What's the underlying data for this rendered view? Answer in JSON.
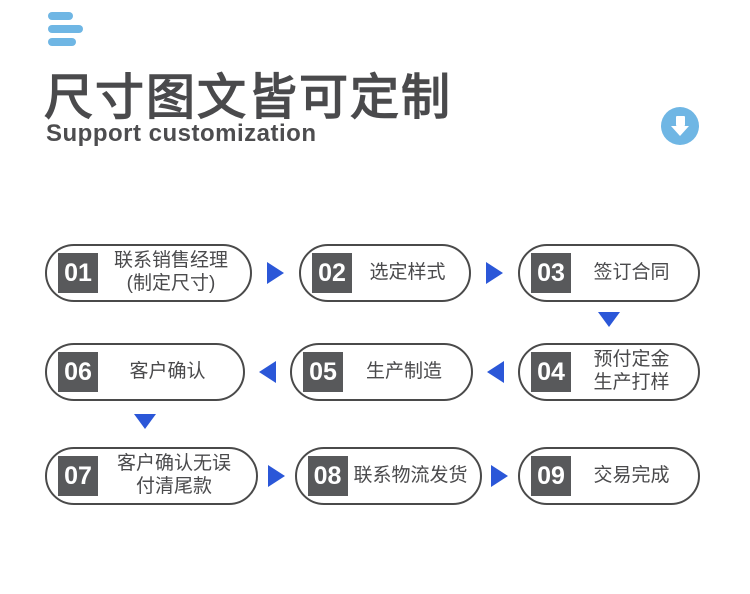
{
  "header": {
    "title": "尺寸图文皆可定制",
    "subtitle": "Support customization"
  },
  "icons": {
    "menu_lines": "three-blue-bars",
    "scroll_down": "white-down-arrow-in-blue-circle",
    "flow_arrows": "solid-blue-triangles"
  },
  "colors": {
    "accent_light_blue": "#6FB6E4",
    "arrow_blue": "#2B57D8",
    "text_dark_gray": "#4A4A4C",
    "step_number_bg": "#58595B"
  },
  "flow": {
    "steps": [
      {
        "num": "01",
        "label": "联系销售经理\n(制定尺寸)"
      },
      {
        "num": "02",
        "label": "选定样式"
      },
      {
        "num": "03",
        "label": "签订合同"
      },
      {
        "num": "04",
        "label": "预付定金\n生产打样"
      },
      {
        "num": "05",
        "label": "生产制造"
      },
      {
        "num": "06",
        "label": "客户确认"
      },
      {
        "num": "07",
        "label": "客户确认无误\n付清尾款"
      },
      {
        "num": "08",
        "label": "联系物流发货"
      },
      {
        "num": "09",
        "label": "交易完成"
      }
    ]
  }
}
